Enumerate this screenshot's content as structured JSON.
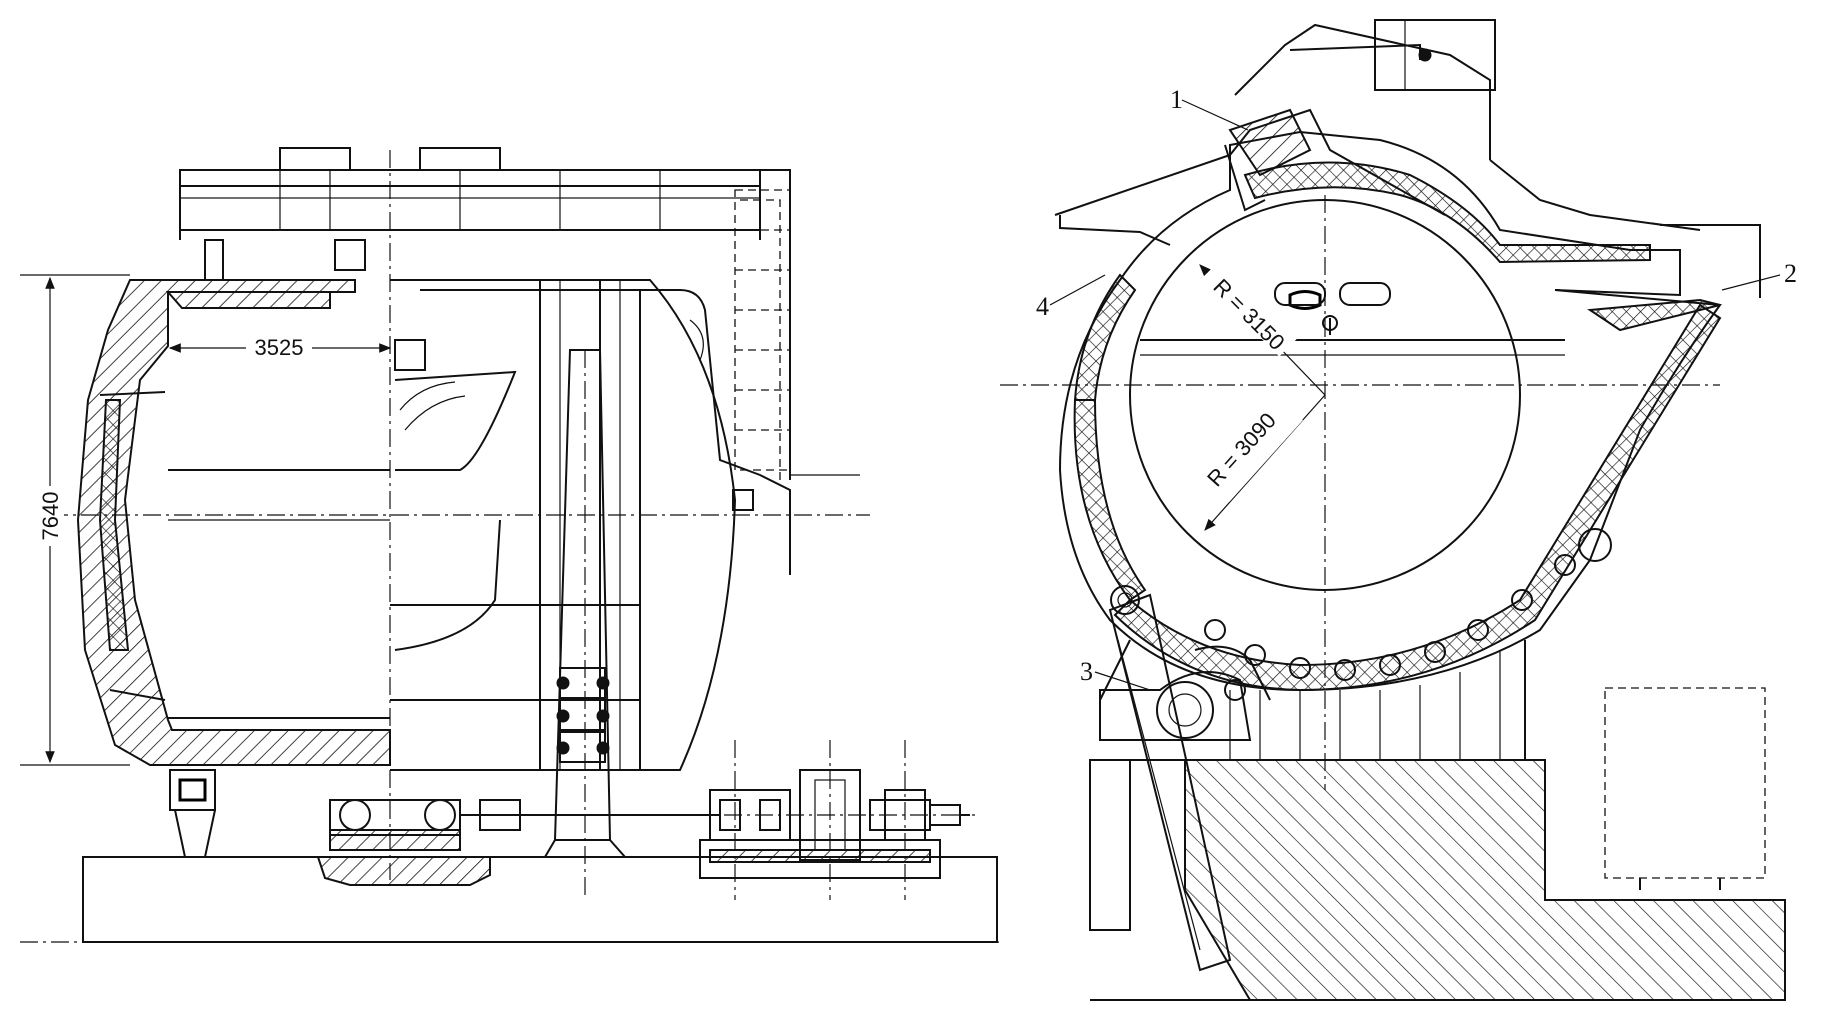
{
  "left_view": {
    "dimensions": {
      "width_label": "3525",
      "height_label": "7640"
    }
  },
  "right_view": {
    "radius_labels": {
      "outer": "R = 3150",
      "inner": "R = 3090"
    },
    "callouts": [
      "1",
      "2",
      "3",
      "4"
    ]
  }
}
